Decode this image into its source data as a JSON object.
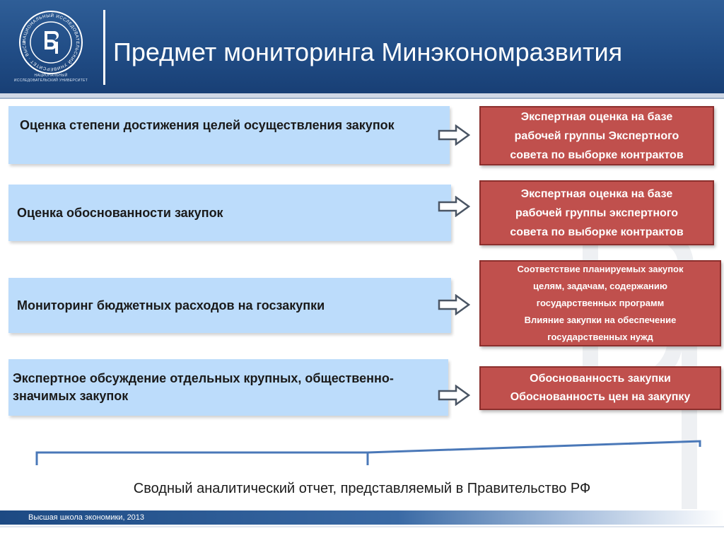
{
  "header": {
    "logo_ring_text": "НАЦИОНАЛЬНЫЙ ИССЛЕДОВАТЕЛЬСКИЙ УНИВЕРСИТЕТ · ВЫСШАЯ ШКОЛА ЭКОНОМИКИ",
    "logo_caption": "Национальный исследовательский университет",
    "title": "Предмет мониторинга Минэкономразвития"
  },
  "rows": [
    {
      "left": "Оценка степени достижения целей осуществления закупок",
      "right_lines": [
        "Экспертная оценка на базе",
        "рабочей группы Экспертного",
        "совета по выборке контрактов"
      ]
    },
    {
      "left": "Оценка обоснованности закупок",
      "right_lines": [
        "Экспертная оценка на базе",
        "рабочей группы экспертного",
        "совета по выборке контрактов"
      ]
    },
    {
      "left": "Мониторинг бюджетных расходов на госзакупки",
      "right_lines": [
        "Соответствие планируемых закупок",
        "целям, задачам, содержанию",
        "государственных программ",
        "Влияние закупки на обеспечение",
        "государственных нужд"
      ]
    },
    {
      "left": "Экспертное обсуждение отдельных крупных, общественно-значимых закупок",
      "right_lines": [
        "Обоснованность закупки",
        "Обоснованность цен на закупку"
      ]
    }
  ],
  "summary": "Сводный аналитический отчет, представляемый в Правительство РФ",
  "footer": {
    "text": "Высшая школа экономики, 2013"
  },
  "colors": {
    "header_blue": "#214d86",
    "left_box": "#bcdcfb",
    "right_box": "#c0504d",
    "bracket": "#4a78b8"
  }
}
